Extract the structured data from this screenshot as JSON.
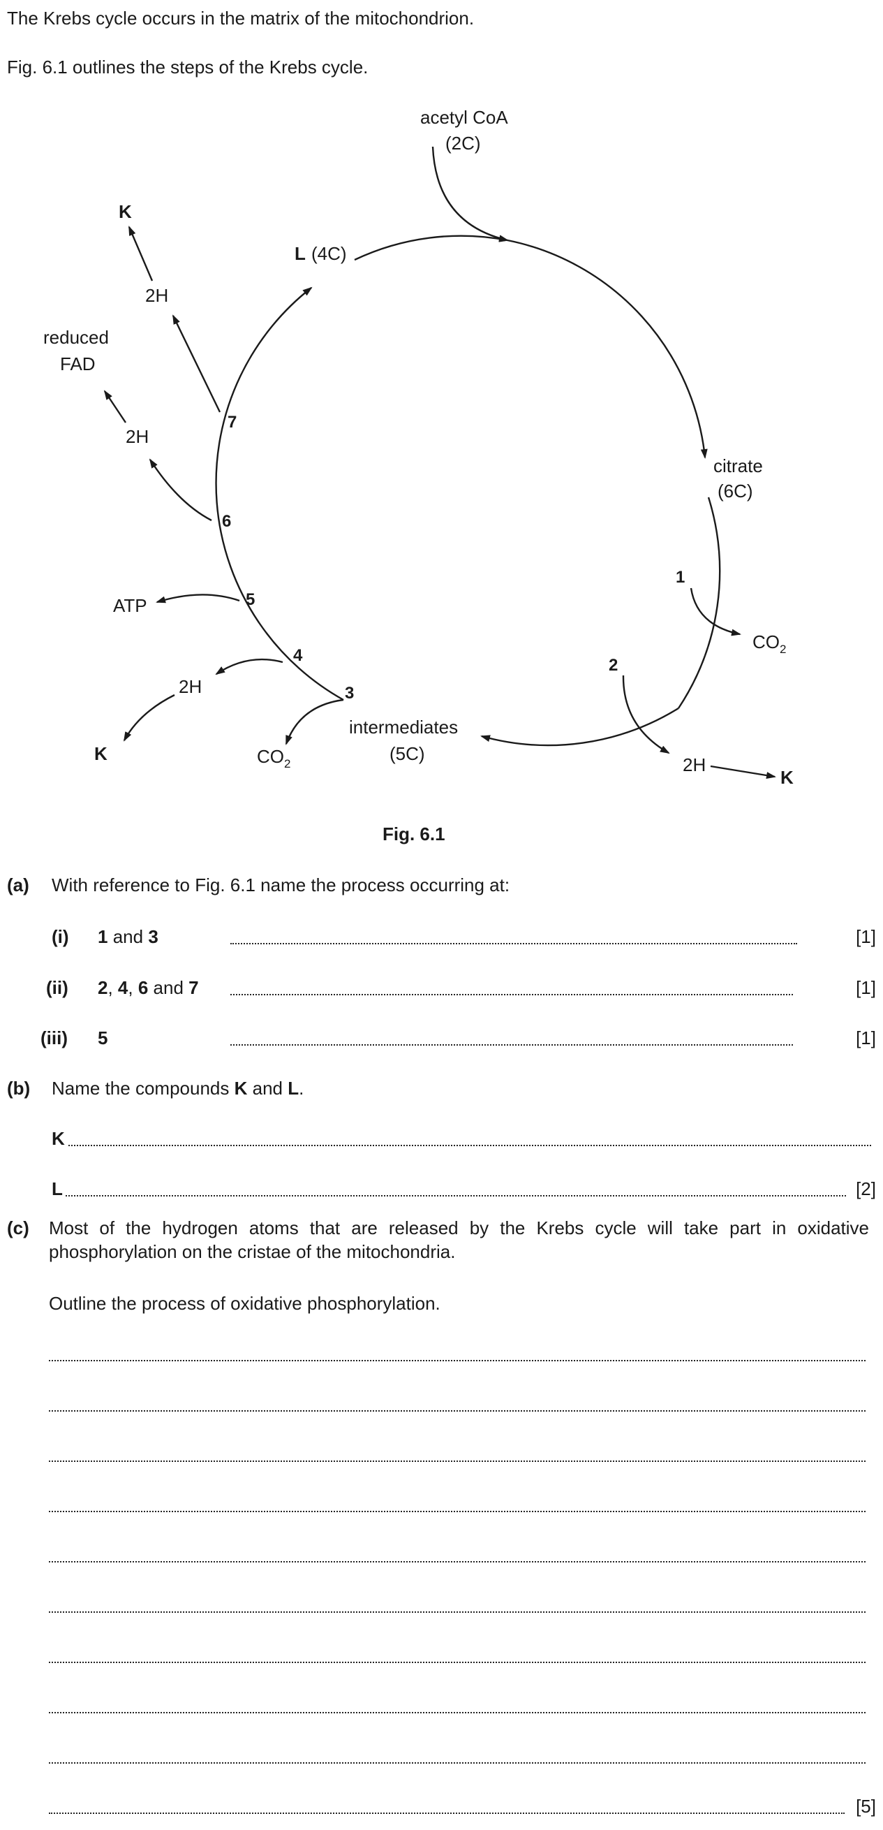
{
  "intro": {
    "line1": "The Krebs cycle occurs in the matrix of the mitochondrion.",
    "line2": "Fig. 6.1 outlines the steps of the Krebs cycle."
  },
  "figure": {
    "acetyl": "acetyl CoA",
    "acetyl_c": "(2C)",
    "L": "L",
    "L_c": "(4C)",
    "citrate": "citrate",
    "citrate_c": "(6C)",
    "intermediates": "intermediates",
    "intermediates_c": "(5C)",
    "reduced": "reduced",
    "fad": "FAD",
    "K": "K",
    "twoH": "2H",
    "ATP": "ATP",
    "CO": "CO",
    "sub2": "2",
    "steps": [
      "1",
      "2",
      "3",
      "4",
      "5",
      "6",
      "7"
    ],
    "caption": "Fig. 6.1"
  },
  "qa": {
    "label": "(a)",
    "prompt": "With reference to Fig. 6.1 name the process occurring at:",
    "i_label": "(i)",
    "i_n1": "1",
    "i_and": "and",
    "i_n2": "3",
    "ii_label": "(ii)",
    "ii_n1": "2",
    "ii_n2": "4",
    "ii_n3": "6",
    "ii_and": "and",
    "ii_n4": "7",
    "iii_label": "(iii)",
    "iii_n": "5",
    "mark1": "[1]"
  },
  "qb": {
    "label": "(b)",
    "prompt_a": "Name the compounds",
    "prompt_K": "K",
    "prompt_and": "and",
    "prompt_L": "L",
    "K": "K",
    "L": "L",
    "mark": "[2]"
  },
  "qc": {
    "label": "(c)",
    "text": "Most of the hydrogen atoms that are released by the Krebs cycle will take part in oxidative phosphorylation on the cristae of the mitochondria.",
    "outline": "Outline the process of oxidative phosphorylation.",
    "mark": "[5]"
  }
}
